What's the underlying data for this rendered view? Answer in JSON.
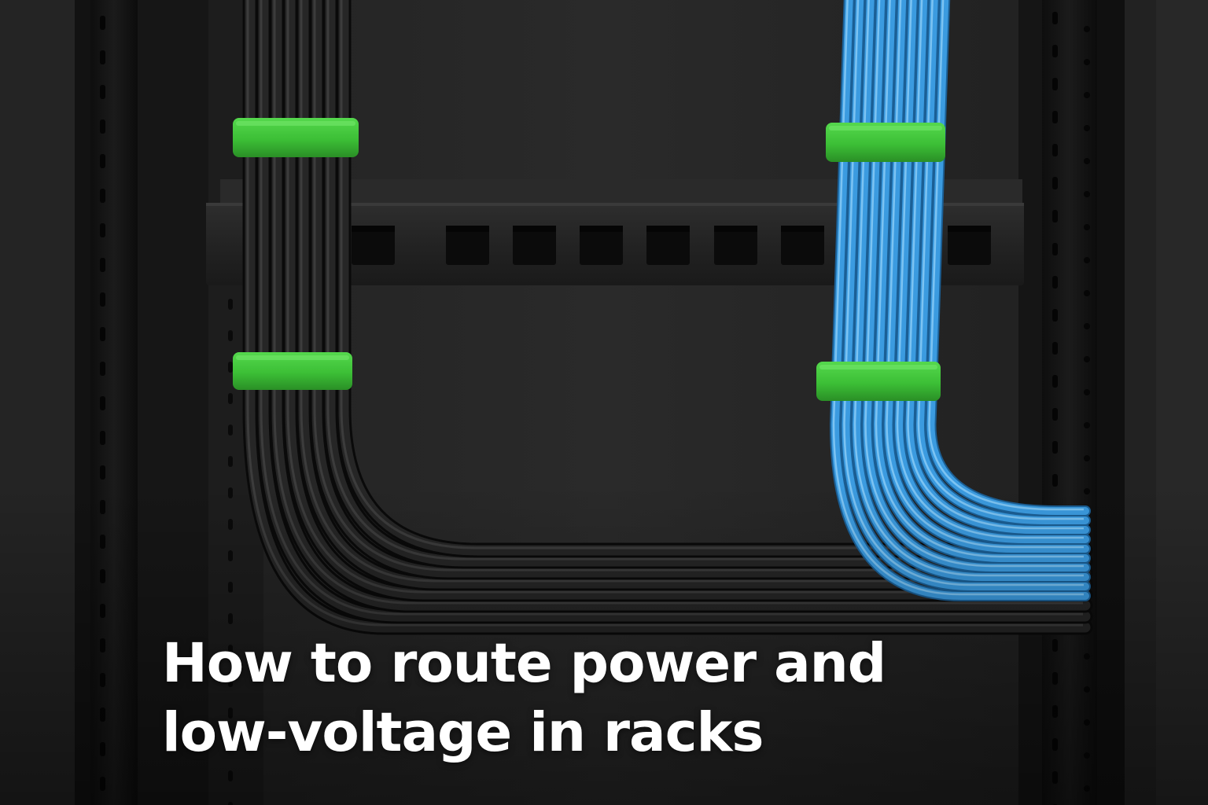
{
  "headline": {
    "line1": "How to route power and",
    "line2": "low-voltage in racks"
  },
  "colors": {
    "background": "#1c1c1c",
    "rack_frame": "#131313",
    "back_panel": "#262626",
    "power_cable": "#222222",
    "data_cable": "#3b9be0",
    "cable_tie": "#3fc43a",
    "headline_text": "#ffffff"
  },
  "scene": {
    "subject": "server rack cable management",
    "objects": [
      {
        "name": "power-cable-bundle",
        "color": "black"
      },
      {
        "name": "network-cable-bundle",
        "color": "blue"
      },
      {
        "name": "cable-ties",
        "color": "green",
        "count": 4
      },
      {
        "name": "cable-management-bar",
        "cutouts": 9
      }
    ]
  }
}
